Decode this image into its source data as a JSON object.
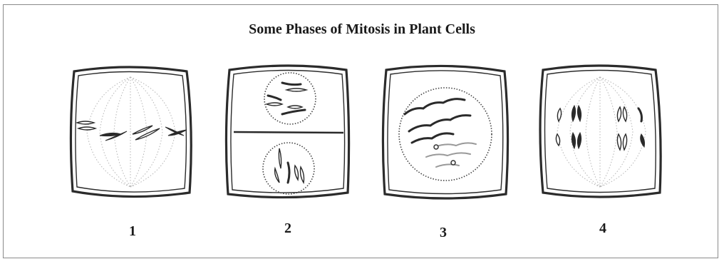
{
  "title": "Some Phases of Mitosis in Plant Cells",
  "cells": [
    {
      "label": "1"
    },
    {
      "label": "2"
    },
    {
      "label": "3"
    },
    {
      "label": "4"
    }
  ],
  "colors": {
    "cell_wall": "#2b2b2b",
    "chromosome": "#2a2a2a",
    "spindle": "#b0b0b0"
  }
}
